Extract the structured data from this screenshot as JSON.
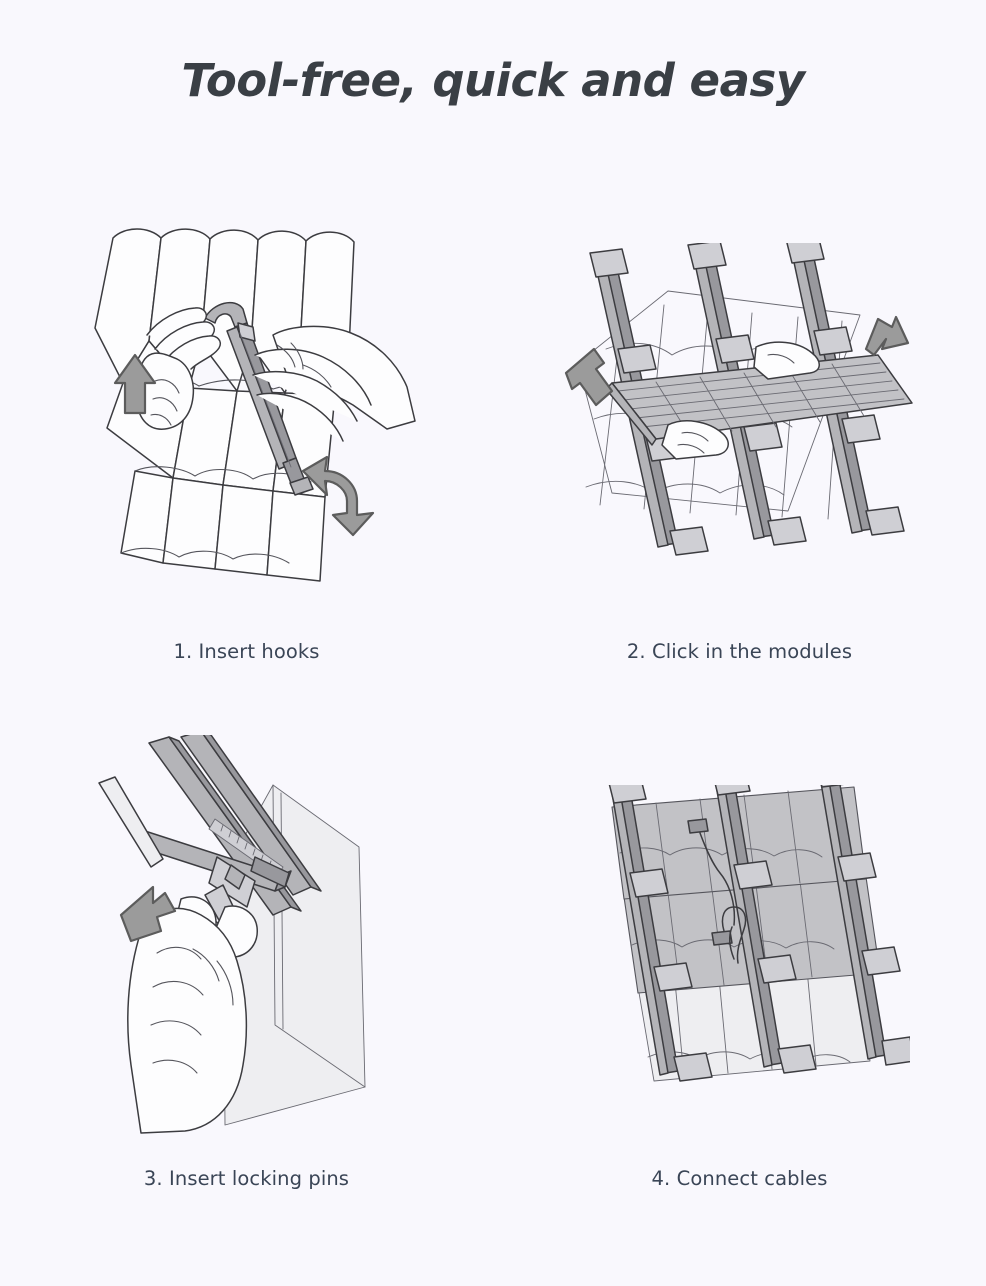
{
  "page": {
    "title": "Tool-free, quick and easy",
    "background_color": "#f9f8fd",
    "title_color": "#3a3f45",
    "caption_color": "#3a4556",
    "arrow_fill_color": "#9b9b9b",
    "arrow_stroke_color": "#5c5c5c",
    "line_art_color": "#3c3c40"
  },
  "steps": [
    {
      "number": "1",
      "caption": "1. Insert hooks",
      "illustration": "hands-inserting-roof-hook-between-tiles",
      "arrows": [
        {
          "name": "up-arrow",
          "direction": "up"
        },
        {
          "name": "rotate-arrow",
          "direction": "rotational"
        }
      ]
    },
    {
      "number": "2",
      "caption": "2. Click in the modules",
      "illustration": "solar-module-clicked-into-rails-on-tiled-roof",
      "arrows": [
        {
          "name": "up-left-arrow",
          "direction": "up-left"
        },
        {
          "name": "up-right-arrow",
          "direction": "up-right"
        }
      ]
    },
    {
      "number": "3",
      "caption": "3. Insert locking pins",
      "illustration": "hand-inserting-locking-pin-into-rail-clamp",
      "arrows": [
        {
          "name": "up-left-arrow",
          "direction": "up-left"
        }
      ]
    },
    {
      "number": "4",
      "caption": "4. Connect cables",
      "illustration": "installed-modules-with-connected-cables",
      "arrows": []
    }
  ]
}
